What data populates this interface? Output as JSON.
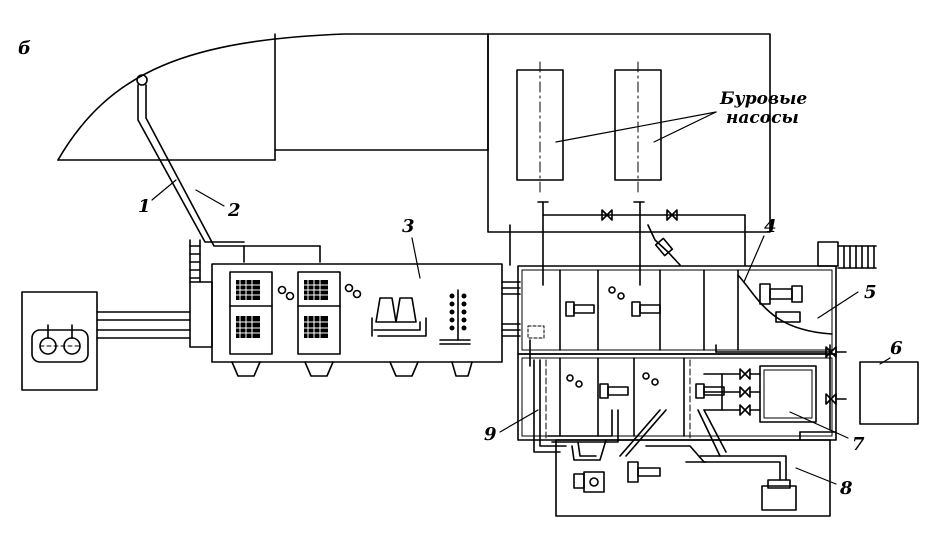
{
  "figure": {
    "panel_letter": "б",
    "pump_label_line1": "Буровые",
    "pump_label_line2": "насосы"
  },
  "callouts": [
    {
      "id": "1",
      "text": "1"
    },
    {
      "id": "2",
      "text": "2"
    },
    {
      "id": "3",
      "text": "3"
    },
    {
      "id": "4",
      "text": "4"
    },
    {
      "id": "5",
      "text": "5"
    },
    {
      "id": "6",
      "text": "6"
    },
    {
      "id": "7",
      "text": "7"
    },
    {
      "id": "8",
      "text": "8"
    },
    {
      "id": "9",
      "text": "9"
    }
  ],
  "colors": {
    "ink": "#000000",
    "paper": "#ffffff"
  }
}
